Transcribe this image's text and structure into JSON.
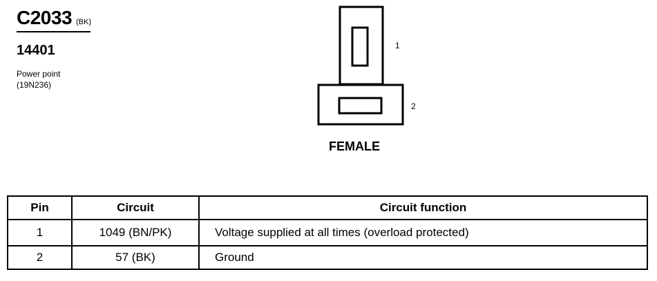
{
  "connector": {
    "id": "C2033",
    "color_code": "(BK)",
    "part_number": "14401",
    "description_line1": "Power point",
    "description_line2": "(19N236)"
  },
  "diagram": {
    "pin_labels": [
      "1",
      "2"
    ],
    "gender_label": "FEMALE"
  },
  "table": {
    "headers": [
      "Pin",
      "Circuit",
      "Circuit function"
    ],
    "rows": [
      {
        "pin": "1",
        "circuit": "1049 (BN/PK)",
        "function": "Voltage supplied at all times (overload protected)"
      },
      {
        "pin": "2",
        "circuit": "57 (BK)",
        "function": "Ground"
      }
    ]
  }
}
